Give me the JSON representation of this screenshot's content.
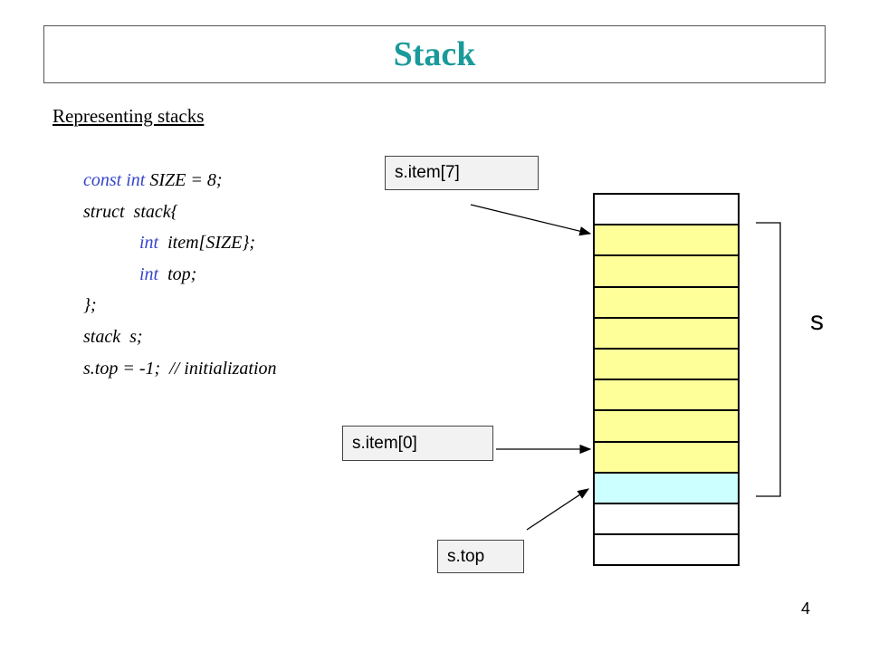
{
  "title": "Stack",
  "subtitle": "Representing stacks",
  "code": {
    "line1_kw": "const int",
    "line1_rest": " SIZE = 8;",
    "line2": "struct  stack{",
    "line3_kw": "int",
    "line3_rest": "  item[SIZE};",
    "line4_kw": "int",
    "line4_rest": "  top;",
    "line5": "};",
    "line6": "stack  s;",
    "line7": "s.top = -1;  // initialization"
  },
  "callouts": {
    "item7": "s.item[7]",
    "item0": "s.item[0]",
    "top": "s.top"
  },
  "stack_label": "s",
  "page_number": "4",
  "cells": [
    {
      "role": "empty",
      "color": "#ffffff"
    },
    {
      "role": "item",
      "color": "#ffff99"
    },
    {
      "role": "item",
      "color": "#ffff99"
    },
    {
      "role": "item",
      "color": "#ffff99"
    },
    {
      "role": "item",
      "color": "#ffff99"
    },
    {
      "role": "item",
      "color": "#ffff99"
    },
    {
      "role": "item",
      "color": "#ffff99"
    },
    {
      "role": "item",
      "color": "#ffff99"
    },
    {
      "role": "item",
      "color": "#ffff99"
    },
    {
      "role": "top",
      "color": "#ccffff"
    },
    {
      "role": "empty",
      "color": "#ffffff"
    },
    {
      "role": "empty",
      "color": "#ffffff"
    }
  ],
  "colors": {
    "title": "#1a9a9a",
    "keyword": "#3344cc"
  }
}
